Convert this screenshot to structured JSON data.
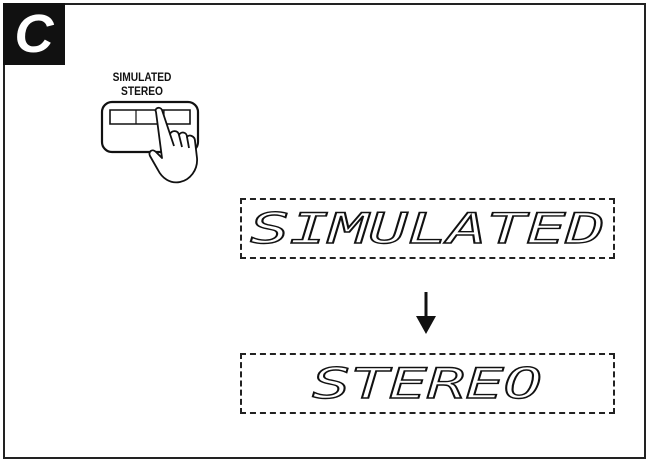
{
  "section": {
    "badge": "C"
  },
  "button": {
    "label_line1": "SIMULATED",
    "label_line2": "STEREO"
  },
  "display_sequence": [
    {
      "text": "SIMULATED"
    },
    {
      "text": "STEREO"
    }
  ]
}
